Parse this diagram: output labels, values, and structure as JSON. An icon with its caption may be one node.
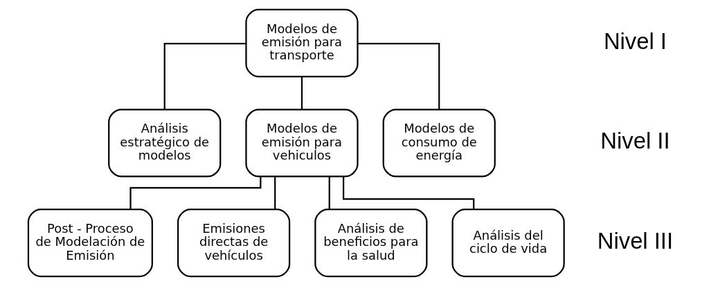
{
  "diagram": {
    "nodes": [
      {
        "text": [
          "Modelos de emisión para transporte"
        ]
      },
      {
        "text": [
          "Análisis estratégico de modelos"
        ]
      },
      {
        "text": [
          "Modelos de emisión para vehiculos"
        ]
      },
      {
        "text": [
          "Modelos de consumo de energía"
        ]
      },
      {
        "text": [
          "Post - Proceso de Modelación de Emisión"
        ]
      },
      {
        "text": [
          "Emisiones directas de vehículos"
        ]
      },
      {
        "text": [
          "Análisis de beneficios para la salud"
        ]
      },
      {
        "text": [
          "Análisis del ciclo de vida"
        ]
      }
    ],
    "edges": [
      {
        "from": 0,
        "to": 1,
        "arrow": "none"
      },
      {
        "from": 0,
        "to": 2,
        "arrow": "none"
      },
      {
        "from": 0,
        "to": 3,
        "arrow": "none"
      },
      {
        "from": 2,
        "to": 4,
        "arrow": "none"
      },
      {
        "from": 2,
        "to": 5,
        "arrow": "none"
      },
      {
        "from": 2,
        "to": 6,
        "arrow": "none"
      },
      {
        "from": 2,
        "to": 7,
        "arrow": "none"
      }
    ],
    "labels": [
      "Nivel I",
      "Nivel II",
      "Nivel III"
    ]
  }
}
